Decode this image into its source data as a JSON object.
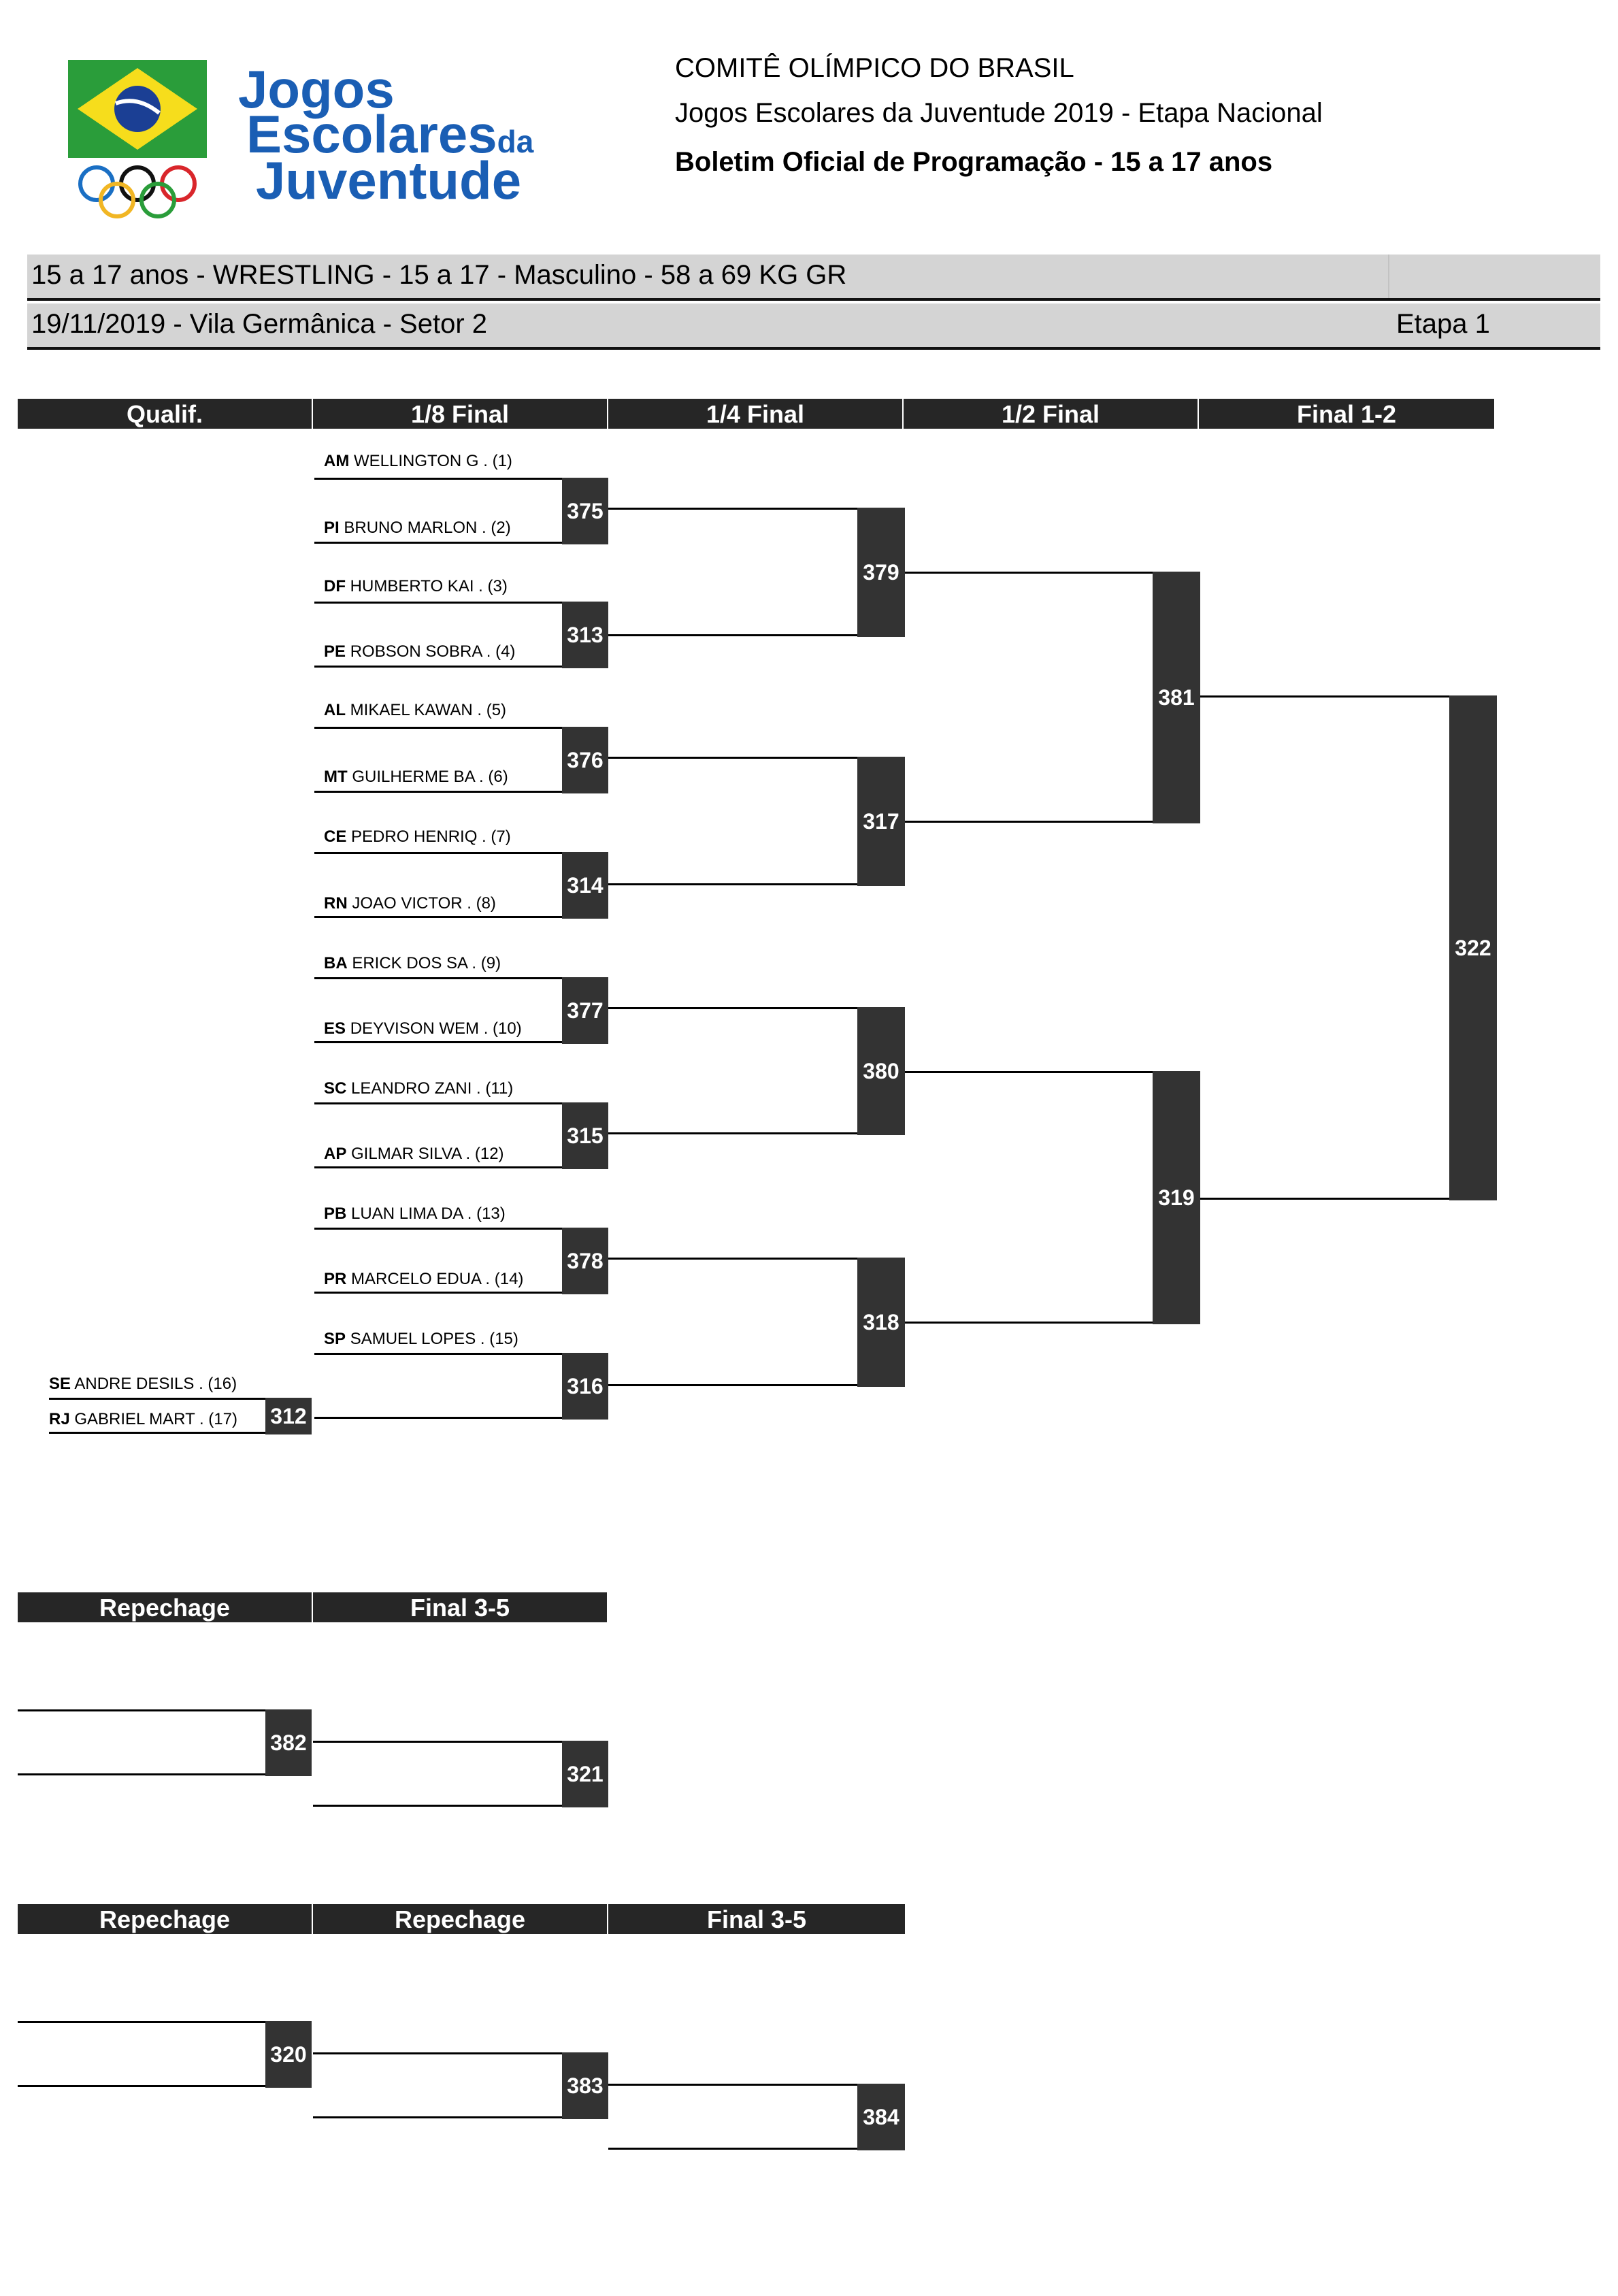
{
  "header": {
    "line1": "COMITÊ OLÍMPICO DO BRASIL",
    "line2": "Jogos Escolares da Juventude 2019 - Etapa Nacional",
    "line3": "Boletim Oficial de Programação - 15 a 17 anos",
    "logo": {
      "word1": "Jogos",
      "word2": "Escolares",
      "word_da": "da",
      "word3": "Juventude"
    }
  },
  "event": {
    "title": "15 a 17 anos - WRESTLING - 15 a 17 - Masculino - 58 a 69 KG GR",
    "info": "19/11/2019 - Vila Germânica - Setor 2",
    "stage": "Etapa 1"
  },
  "rounds": [
    "Qualif.",
    "1/8 Final",
    "1/4 Final",
    "1/2 Final",
    "Final 1-2"
  ],
  "bracket_boxes": [
    "375",
    "313",
    "376",
    "314",
    "377",
    "315",
    "378",
    "316",
    "312",
    "379",
    "317",
    "380",
    "318",
    "381",
    "319",
    "322"
  ],
  "athletes": [
    {
      "state": "AM",
      "name": "WELLINGTON G . (1)"
    },
    {
      "state": "PI",
      "name": "BRUNO MARLON . (2)"
    },
    {
      "state": "DF",
      "name": "HUMBERTO KAI . (3)"
    },
    {
      "state": "PE",
      "name": "ROBSON SOBRA . (4)"
    },
    {
      "state": "AL",
      "name": "MIKAEL KAWAN . (5)"
    },
    {
      "state": "MT",
      "name": "GUILHERME BA . (6)"
    },
    {
      "state": "CE",
      "name": "PEDRO HENRIQ . (7)"
    },
    {
      "state": "RN",
      "name": "JOAO VICTOR . (8)"
    },
    {
      "state": "BA",
      "name": "ERICK DOS SA . (9)"
    },
    {
      "state": "ES",
      "name": "DEYVISON WEM . (10)"
    },
    {
      "state": "SC",
      "name": "LEANDRO ZANI . (11)"
    },
    {
      "state": "AP",
      "name": "GILMAR SILVA . (12)"
    },
    {
      "state": "PB",
      "name": "LUAN LIMA DA . (13)"
    },
    {
      "state": "PR",
      "name": "MARCELO EDUA . (14)"
    },
    {
      "state": "SP",
      "name": "SAMUEL LOPES . (15)"
    },
    {
      "state": "SE",
      "name": "ANDRE DESILS . (16)"
    },
    {
      "state": "RJ",
      "name": "GABRIEL MART . (17)"
    }
  ],
  "repechage1": {
    "headers": [
      "Repechage",
      "Final 3-5"
    ],
    "boxes": [
      "382",
      "321"
    ]
  },
  "repechage2": {
    "headers": [
      "Repechage",
      "Repechage",
      "Final 3-5"
    ],
    "boxes": [
      "320",
      "383",
      "384"
    ]
  },
  "colors": {
    "box": "#333333",
    "header_bar": "#262626",
    "band": "#d4d4d4",
    "logo_blue": "#1a5eb4",
    "flag_green": "#2a9d3a",
    "flag_yellow": "#f6dd1c"
  }
}
